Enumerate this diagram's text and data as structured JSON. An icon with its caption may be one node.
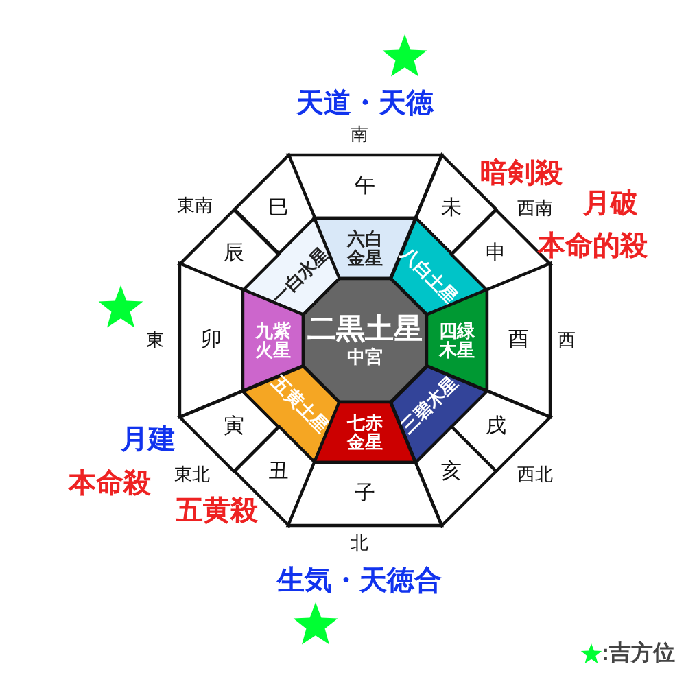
{
  "diagram": {
    "nodes": [
      {
        "text": [
          "午"
        ]
      },
      {
        "text": [
          "巳"
        ]
      },
      {
        "text": [
          "未"
        ]
      },
      {
        "text": [
          "六白金星"
        ]
      },
      {
        "text": [
          "一白水星"
        ]
      },
      {
        "text": [
          "八白土星"
        ]
      },
      {
        "text": [
          "辰"
        ]
      },
      {
        "text": [
          "申"
        ]
      },
      {
        "text": [
          "卯"
        ]
      },
      {
        "text": [
          "九紫火星"
        ]
      },
      {
        "text": [
          "二黒土星",
          "中宮"
        ]
      },
      {
        "text": [
          "四緑木星"
        ]
      },
      {
        "text": [
          "酉"
        ]
      },
      {
        "text": [
          "寅"
        ]
      },
      {
        "text": [
          "五黄土星"
        ]
      },
      {
        "text": [
          "三碧木星"
        ]
      },
      {
        "text": [
          "戌"
        ]
      },
      {
        "text": [
          "七赤金星"
        ]
      },
      {
        "text": [
          "丑"
        ]
      },
      {
        "text": [
          "亥"
        ]
      },
      {
        "text": [
          "子"
        ]
      }
    ],
    "labels": [
      "天道・天徳",
      "南",
      "暗剣殺",
      "東南",
      "西南",
      "月破",
      "本命的殺",
      "東",
      "西",
      "月建",
      "本命殺",
      "東北",
      "西北",
      "五黄殺",
      "北",
      "生気・天徳合"
    ],
    "legend": [
      {
        "text": ":吉方位"
      }
    ]
  }
}
